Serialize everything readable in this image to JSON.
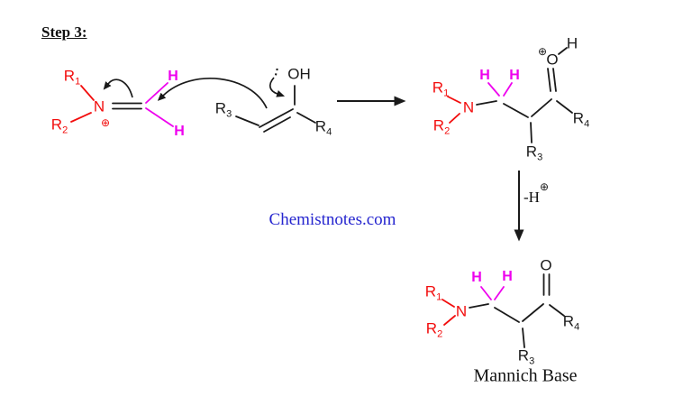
{
  "header": {
    "step_label": "Step 3:"
  },
  "watermark": {
    "text": "Chemistnotes.com",
    "color": "#2525cf"
  },
  "colors": {
    "bond_black": "#1a1a1a",
    "nitrogen_red": "#f20d0d",
    "hydrogen_magenta": "#ee00ee",
    "watermark_blue": "#2525cf"
  },
  "iminium": {
    "r1": {
      "base": "R",
      "sub": "1"
    },
    "r2": {
      "base": "R",
      "sub": "2"
    },
    "n": "N",
    "charge": "⊕",
    "h_top": "H",
    "h_bottom": "H"
  },
  "enol": {
    "r3": {
      "base": "R",
      "sub": "3"
    },
    "lone_pair": ":",
    "oh": "OH",
    "r4": {
      "base": "R",
      "sub": "4"
    }
  },
  "intermediate": {
    "r1": {
      "base": "R",
      "sub": "1"
    },
    "r2": {
      "base": "R",
      "sub": "2"
    },
    "n": "N",
    "h_left": "H",
    "h_right": "H",
    "r3": {
      "base": "R",
      "sub": "3"
    },
    "r4": {
      "base": "R",
      "sub": "4"
    },
    "o": "O",
    "o_charge": "⊕",
    "o_h": "H"
  },
  "deprotonation": {
    "label": "-H",
    "charge": "⊕"
  },
  "product": {
    "r1": {
      "base": "R",
      "sub": "1"
    },
    "r2": {
      "base": "R",
      "sub": "2"
    },
    "n": "N",
    "h_left": "H",
    "h_right": "H",
    "r3": {
      "base": "R",
      "sub": "3"
    },
    "r4": {
      "base": "R",
      "sub": "4"
    },
    "o": "O",
    "caption": "Mannich Base"
  }
}
